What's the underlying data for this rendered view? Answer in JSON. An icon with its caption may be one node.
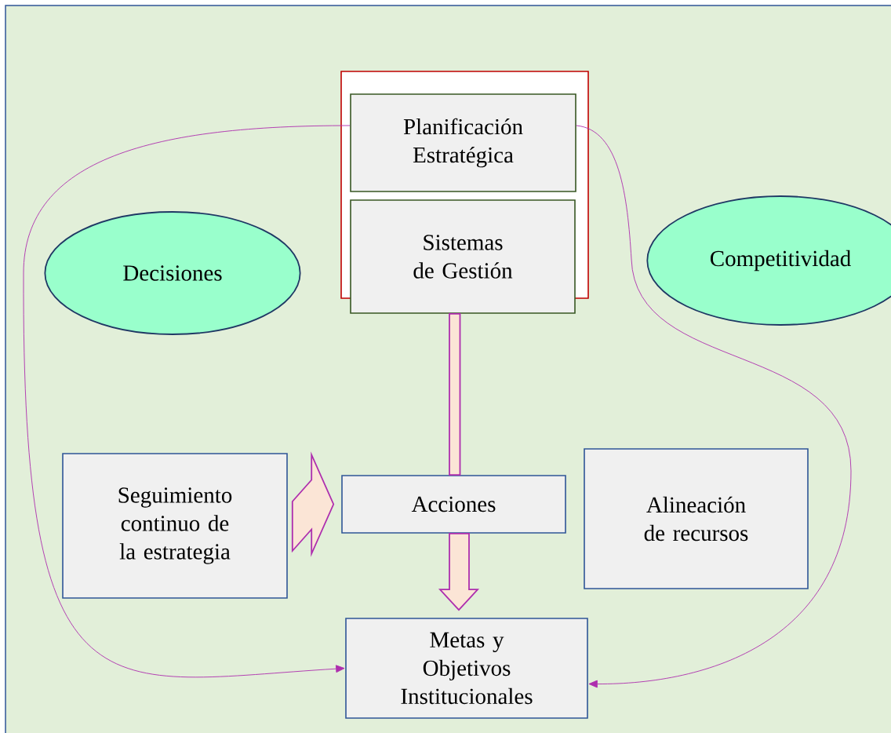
{
  "diagram": {
    "nodes": [
      {
        "text": [
          "Planificación Estratégica"
        ]
      },
      {
        "text": [
          "Sistemas de Gestión"
        ]
      },
      {
        "text": [
          "Decisiones"
        ]
      },
      {
        "text": [
          "Competitividad"
        ]
      },
      {
        "text": [
          "Seguimiento continuo de la estrategia"
        ]
      },
      {
        "text": [
          "Acciones"
        ]
      },
      {
        "text": [
          "Alineación de recursos"
        ]
      },
      {
        "text": [
          "Metas y Objetivos Institucionales"
        ]
      }
    ],
    "edges": [
      {
        "from": 0,
        "to": 7,
        "arrow": "to"
      },
      {
        "from": 0,
        "to": 7,
        "arrow": "to"
      },
      {
        "from": 4,
        "to": 5,
        "arrow": "to",
        "style": "thick"
      },
      {
        "from": 1,
        "to": 5,
        "arrow": "none",
        "style": "thick"
      },
      {
        "from": 5,
        "to": 7,
        "arrow": "to",
        "style": "thick"
      }
    ]
  }
}
